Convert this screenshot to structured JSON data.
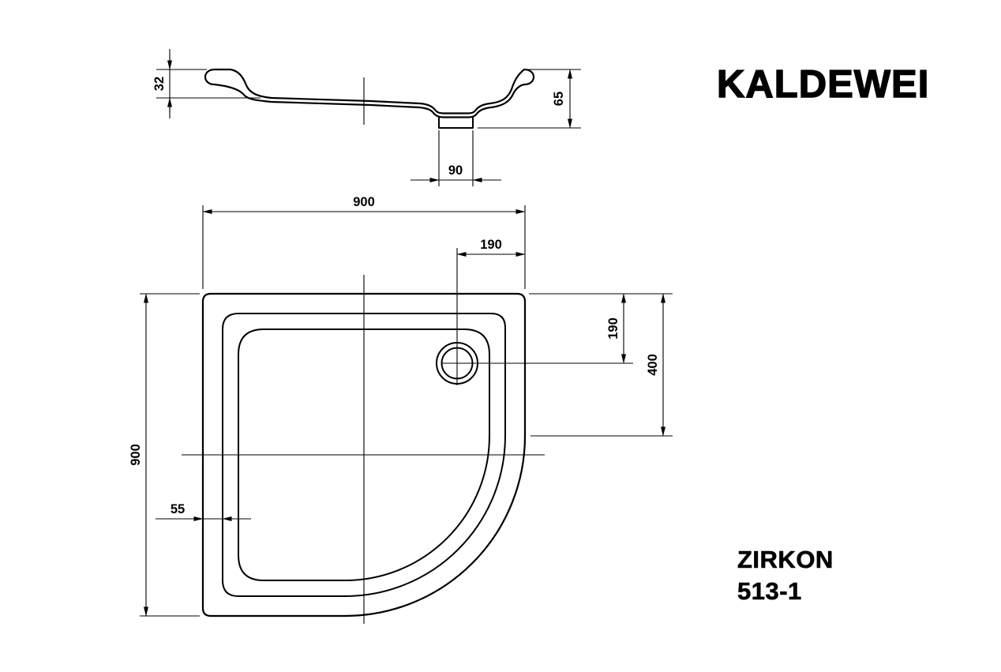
{
  "brand": {
    "logo": "KALDEWEI"
  },
  "product": {
    "series": "ZIRKON",
    "model": "513-1"
  },
  "drawing": {
    "type": "shower-tray-technical-drawing",
    "views": [
      "section",
      "plan"
    ],
    "line_color": "#000000",
    "background_color": "#ffffff"
  },
  "dims": {
    "section": {
      "rim_height": "32",
      "total_height": "65",
      "drain_width": "90"
    },
    "plan": {
      "width": "900",
      "depth": "900",
      "drain_from_right": "190",
      "drain_from_top": "190",
      "edge_to_radius": "400",
      "rim_flat": "55"
    }
  }
}
